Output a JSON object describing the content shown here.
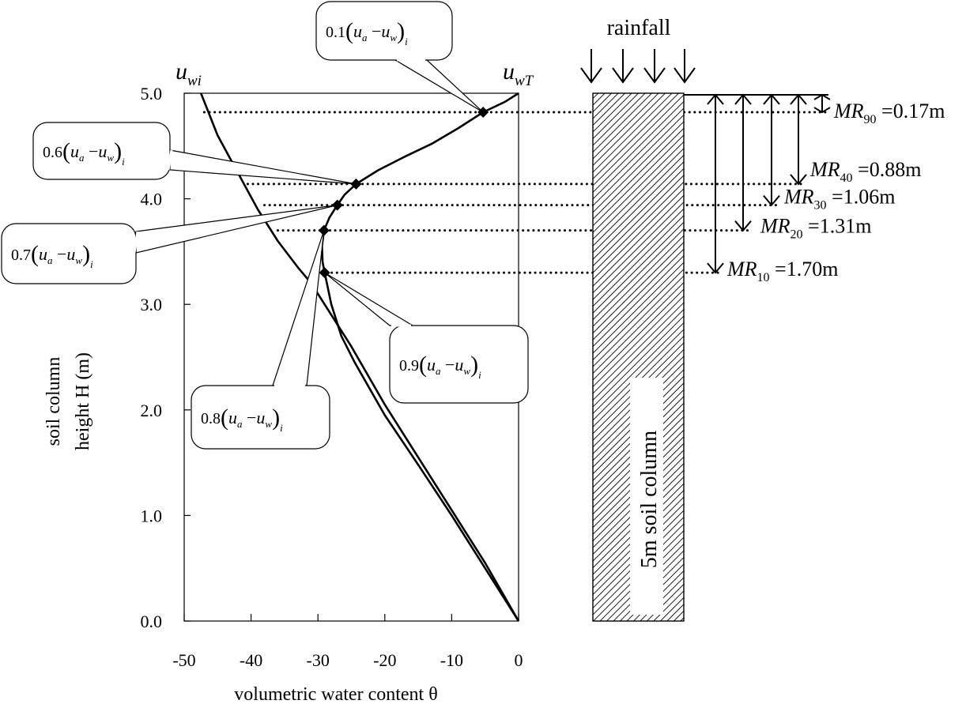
{
  "chart_data": {
    "type": "line",
    "xlabel": "volumetric water content θ",
    "ylabel_lines": [
      "soil column",
      "height H (m)"
    ],
    "xlim": [
      -50,
      0
    ],
    "ylim": [
      0,
      5
    ],
    "x_ticks": [
      "-50",
      "-40",
      "-30",
      "-20",
      "-10",
      "0"
    ],
    "y_ticks": [
      "0.0",
      "1.0",
      "2.0",
      "3.0",
      "4.0",
      "5.0"
    ],
    "grid": false,
    "series": [
      {
        "name": "u_wi",
        "label_main": "u",
        "label_sub": "wi",
        "points": [
          [
            -47.5,
            5.0
          ],
          [
            -45,
            4.6
          ],
          [
            -42,
            4.25
          ],
          [
            -39,
            3.9
          ],
          [
            -36,
            3.6
          ],
          [
            -33,
            3.35
          ],
          [
            -31,
            3.2
          ],
          [
            -28,
            2.9
          ],
          [
            -25,
            2.6
          ],
          [
            -20,
            2.05
          ],
          [
            -15,
            1.55
          ],
          [
            -10,
            1.05
          ],
          [
            -5,
            0.55
          ],
          [
            0,
            0.0
          ]
        ]
      },
      {
        "name": "u_wT",
        "label_main": "u",
        "label_sub": "wT",
        "points": [
          [
            0,
            5.0
          ],
          [
            -2,
            4.92
          ],
          [
            -5.3,
            4.82
          ],
          [
            -9,
            4.67
          ],
          [
            -13,
            4.52
          ],
          [
            -17,
            4.4
          ],
          [
            -21,
            4.27
          ],
          [
            -24.3,
            4.14
          ],
          [
            -26,
            4.04
          ],
          [
            -27.1,
            3.94
          ],
          [
            -28.3,
            3.82
          ],
          [
            -29.1,
            3.7
          ],
          [
            -29.4,
            3.55
          ],
          [
            -29.3,
            3.4
          ],
          [
            -29.0,
            3.3
          ],
          [
            -28.0,
            3.0
          ],
          [
            -26.5,
            2.7
          ],
          [
            -24.5,
            2.45
          ],
          [
            -20,
            1.95
          ],
          [
            -15,
            1.48
          ],
          [
            -10,
            1.0
          ],
          [
            -5,
            0.5
          ],
          [
            0,
            0.0
          ]
        ]
      }
    ],
    "markers": [
      {
        "id": "0.1",
        "x": -5.3,
        "y": 4.82
      },
      {
        "id": "0.6",
        "x": -24.3,
        "y": 4.14
      },
      {
        "id": "0.7",
        "x": -27.1,
        "y": 3.94
      },
      {
        "id": "0.8",
        "x": -29.1,
        "y": 3.7
      },
      {
        "id": "0.9",
        "x": -29.0,
        "y": 3.3
      }
    ],
    "callouts": [
      {
        "coef": "0.1"
      },
      {
        "coef": "0.6"
      },
      {
        "coef": "0.7"
      },
      {
        "coef": "0.8"
      },
      {
        "coef": "0.9"
      }
    ],
    "callout_parts": {
      "ua": "u",
      "ua_sub": "a",
      "minus": "−",
      "uw": "u",
      "uw_sub": "w",
      "i_sub": "i"
    },
    "rainfall_label": "rainfall",
    "column_label": "5m soil column",
    "mr": [
      {
        "main": "MR",
        "sub": "90",
        "value": "=0.17m",
        "depth": 0.17
      },
      {
        "main": "MR",
        "sub": "40",
        "value": "=0.88m",
        "depth": 0.88
      },
      {
        "main": "MR",
        "sub": "30",
        "value": "=1.06m",
        "depth": 1.06
      },
      {
        "main": "MR",
        "sub": "20",
        "value": "=1.31m",
        "depth": 1.31
      },
      {
        "main": "MR",
        "sub": "10",
        "value": "=1.70m",
        "depth": 1.7
      }
    ]
  }
}
